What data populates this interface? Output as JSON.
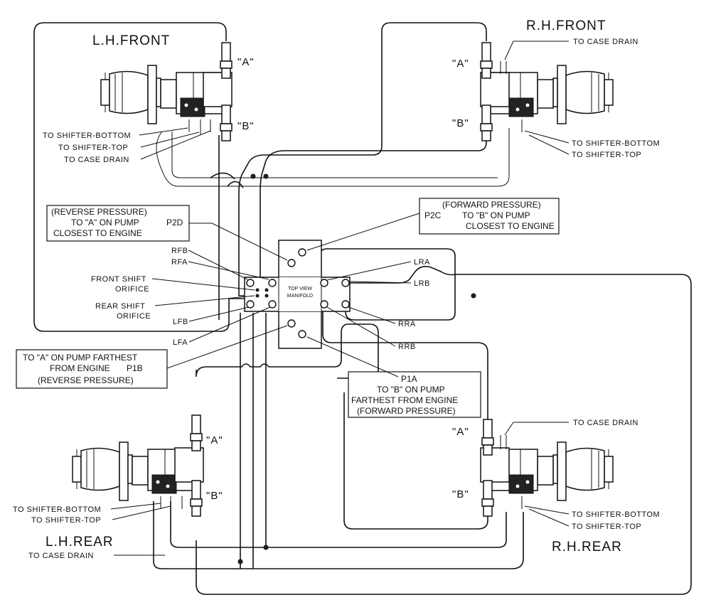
{
  "titles": {
    "lh_front": "L.H.FRONT",
    "rh_front": "R.H.FRONT",
    "lh_rear": "L.H.REAR",
    "rh_rear": "R.H.REAR"
  },
  "port_marks": {
    "a": "\"A\"",
    "b": "\"B\""
  },
  "callouts": {
    "to_case_drain": "TO CASE DRAIN",
    "to_shifter_bottom": "TO SHIFTER-BOTTOM",
    "to_shifter_top": "TO SHIFTER-TOP"
  },
  "manifold": {
    "label_line1": "TOP VIEW",
    "label_line2": "MANIFOLD",
    "ports": {
      "rfb": "RFB",
      "rfa": "RFA",
      "front_shift_1": "FRONT SHIFT",
      "front_shift_2": "ORIFICE",
      "rear_shift_1": "REAR SHIFT",
      "rear_shift_2": "ORIFICE",
      "lfb": "LFB",
      "lfa": "LFA",
      "lra": "LRA",
      "lrb": "LRB",
      "rra": "RRA",
      "rrb": "RRB"
    }
  },
  "boxes": {
    "p2d": {
      "line1": "(REVERSE PRESSURE)",
      "line2": "TO \"A\" ON PUMP",
      "line3": "CLOSEST TO ENGINE",
      "tag": "P2D"
    },
    "p2c": {
      "line1": "(FORWARD PRESSURE)",
      "tag": "P2C",
      "line2": "TO \"B\" ON PUMP",
      "line3": "CLOSEST TO ENGINE"
    },
    "p1b": {
      "line1": "TO \"A\" ON PUMP FARTHEST",
      "line2": "FROM ENGINE",
      "tag": "P1B",
      "line3": "(REVERSE PRESSURE)"
    },
    "p1a": {
      "tag": "P1A",
      "line1": "TO \"B\" ON PUMP",
      "line2": "FARTHEST FROM ENGINE",
      "line3": "(FORWARD PRESSURE)"
    }
  }
}
